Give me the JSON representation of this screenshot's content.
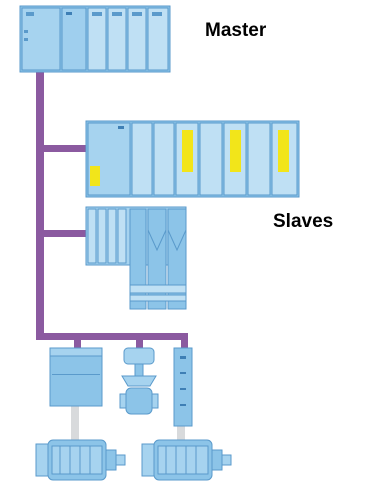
{
  "labels": {
    "master": "Master",
    "slaves": "Slaves"
  },
  "colors": {
    "bus": "#8B5AA0",
    "module_fill": "#8CC4E8",
    "module_light": "#BFE0F4",
    "module_stroke": "#5A9ACB",
    "accent": "#F2E51A",
    "cable": "#D8DADC"
  },
  "components": [
    {
      "role": "master",
      "name": "plc-master-rack-icon"
    },
    {
      "role": "slave",
      "name": "io-slave-rack-icon"
    },
    {
      "role": "slave",
      "name": "drive-slave-rack-icon"
    },
    {
      "role": "slave",
      "name": "frequency-converter-icon"
    },
    {
      "role": "slave",
      "name": "valve-actuator-icon"
    },
    {
      "role": "slave",
      "name": "motor-starter-icon"
    },
    {
      "role": "field-device",
      "name": "motor-icon"
    },
    {
      "role": "field-device",
      "name": "motor-icon"
    }
  ]
}
